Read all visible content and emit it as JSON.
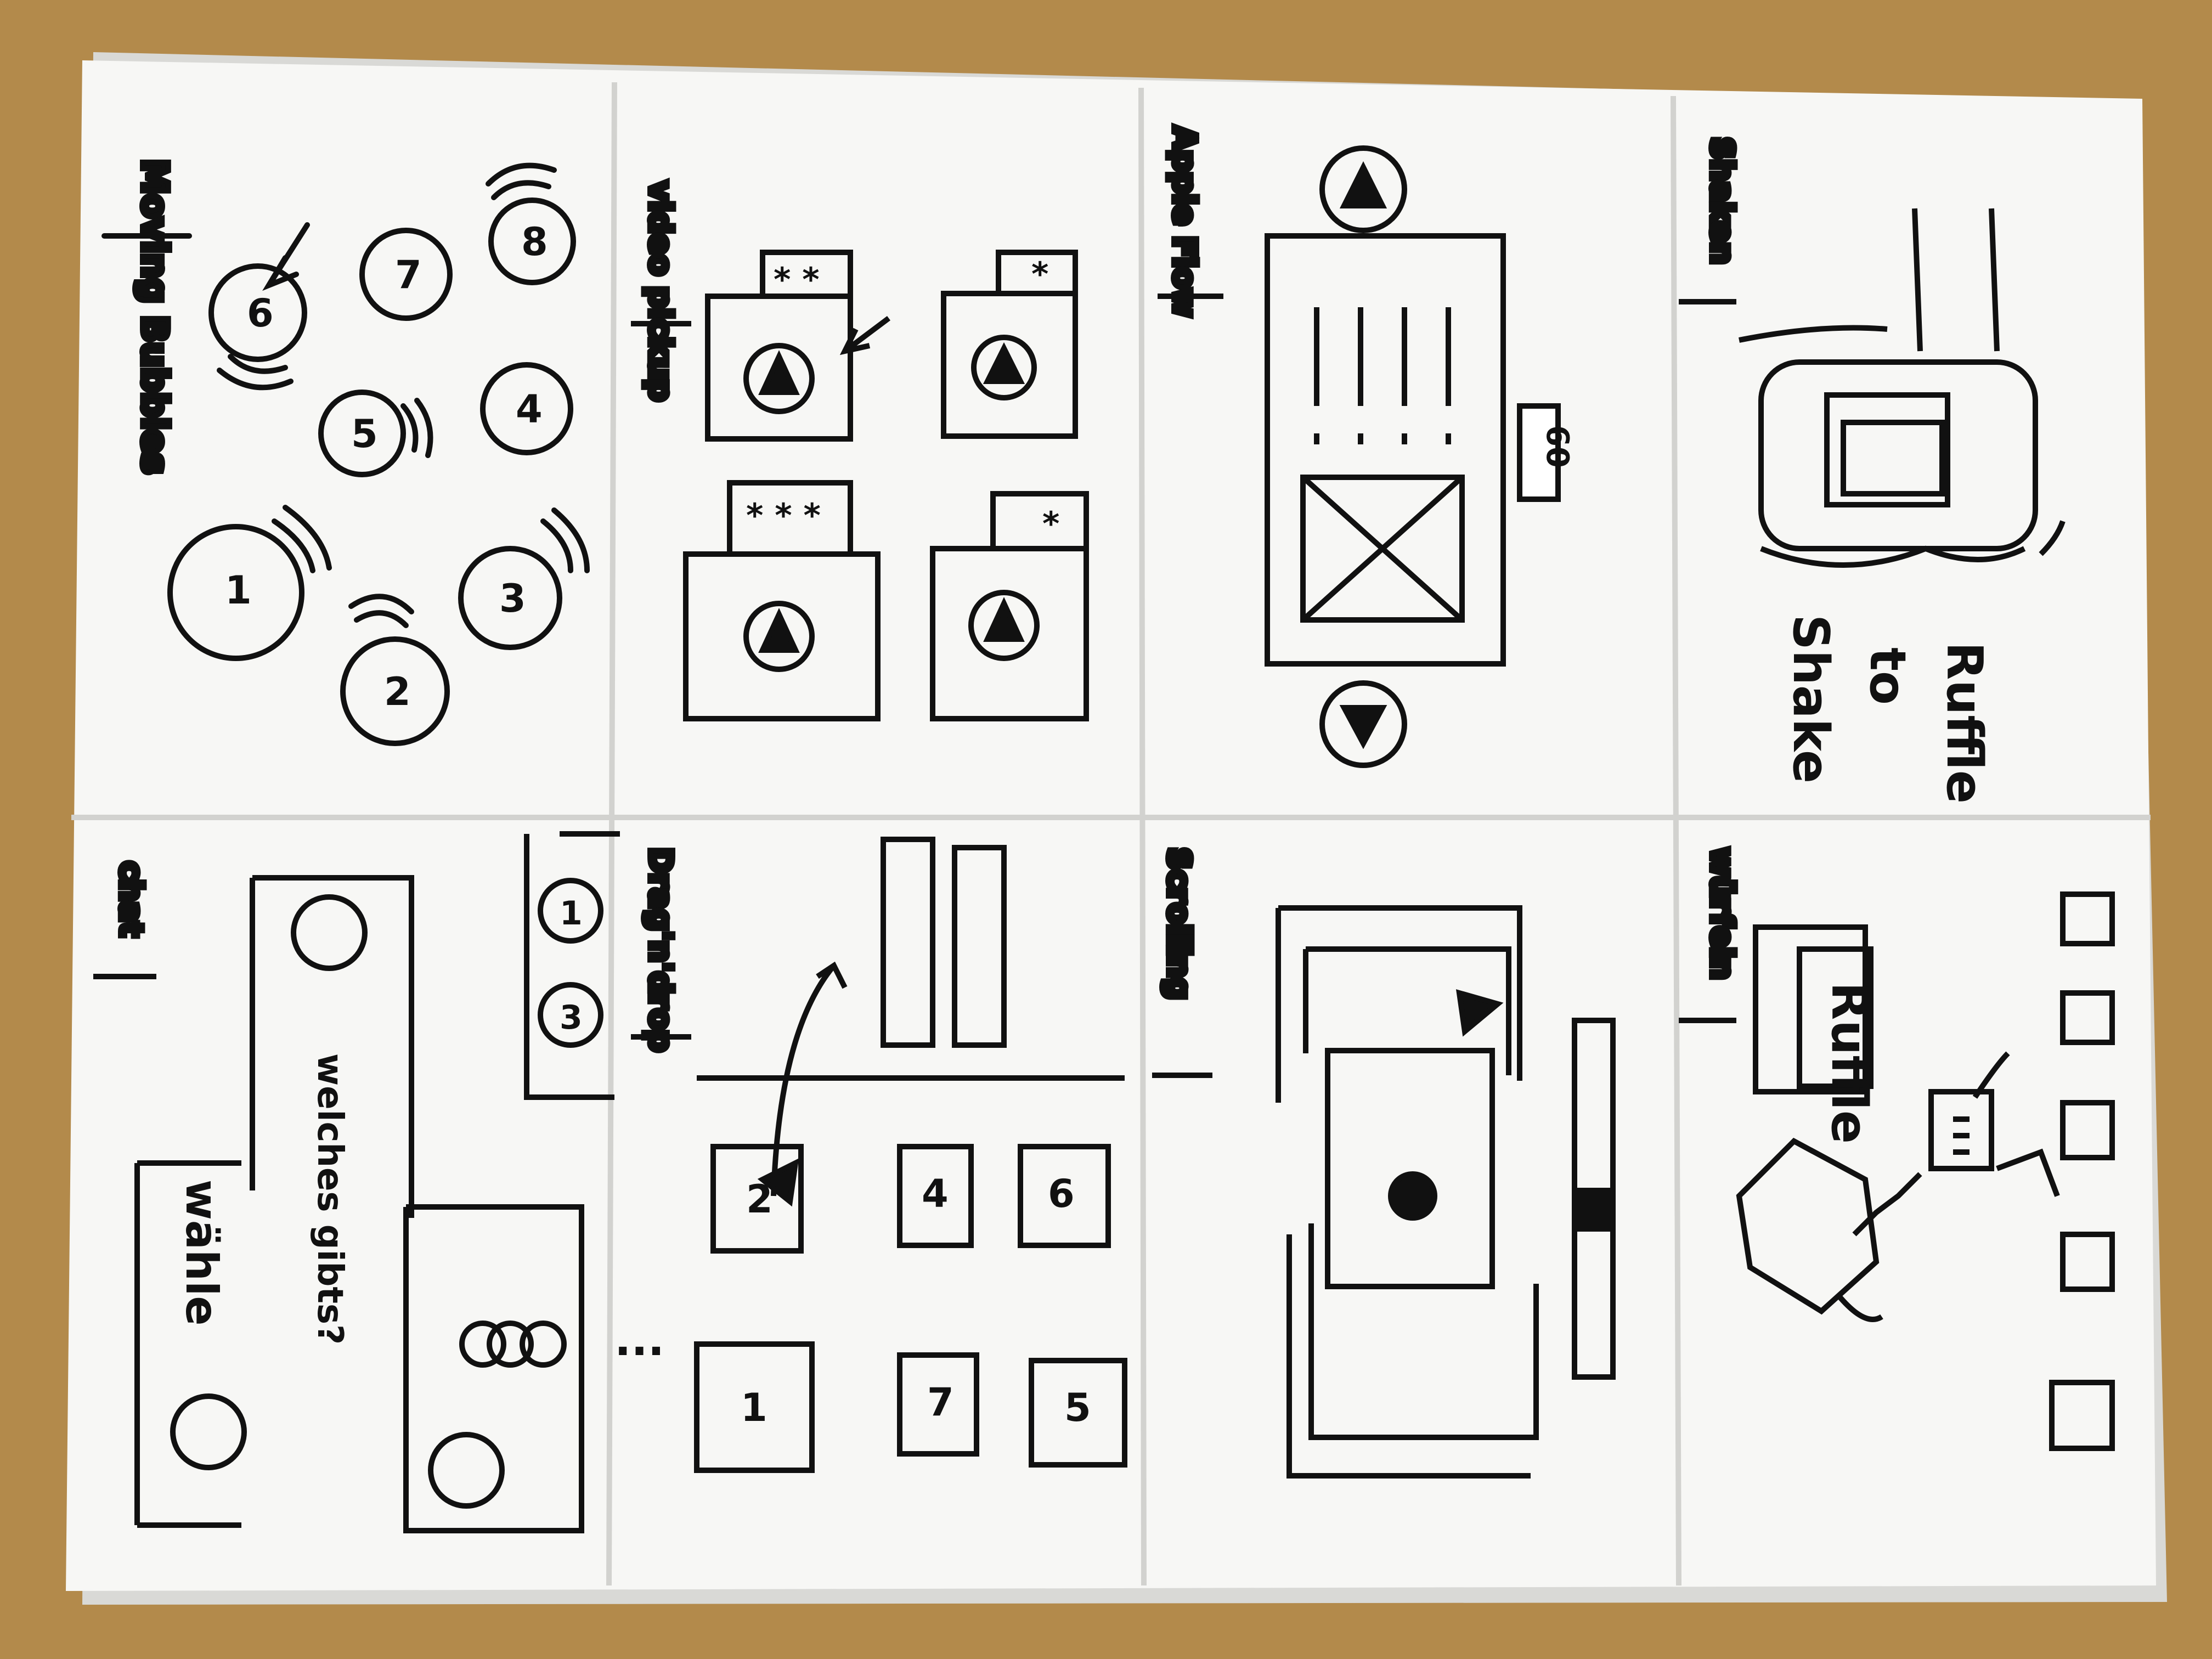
{
  "photo": {
    "table_color": "#b98f4f",
    "paper_color": "#f6f6f4",
    "ink_color": "#111111"
  },
  "panels": {
    "moving_bubbles": {
      "label": "Moving Bubbles",
      "bubbles": [
        "1",
        "2",
        "3",
        "5",
        "6",
        "7",
        "4",
        "8"
      ]
    },
    "video_pickup": {
      "label": "video pickup",
      "stars": [
        "* *",
        "*",
        "* * *",
        "*"
      ]
    },
    "apple_flow": {
      "label": "Apple Flow",
      "badge": "60"
    },
    "shaken": {
      "label": "Shaken",
      "caption_lines": [
        "Shake",
        "to",
        "Ruffle"
      ]
    },
    "chat": {
      "label": "chat",
      "messages": [
        "wähle",
        "welches gibts?"
      ],
      "chips": [
        "1",
        "3"
      ]
    },
    "drag_drop": {
      "label": "Drag'n'drop",
      "tiles": [
        "2",
        "4",
        "6",
        "1",
        "7",
        "5"
      ],
      "ellipsis": "..."
    },
    "scrolling": {
      "label": "Scrolling"
    },
    "wuerfeln": {
      "label": "würfeln",
      "button": "Ruffle"
    }
  }
}
